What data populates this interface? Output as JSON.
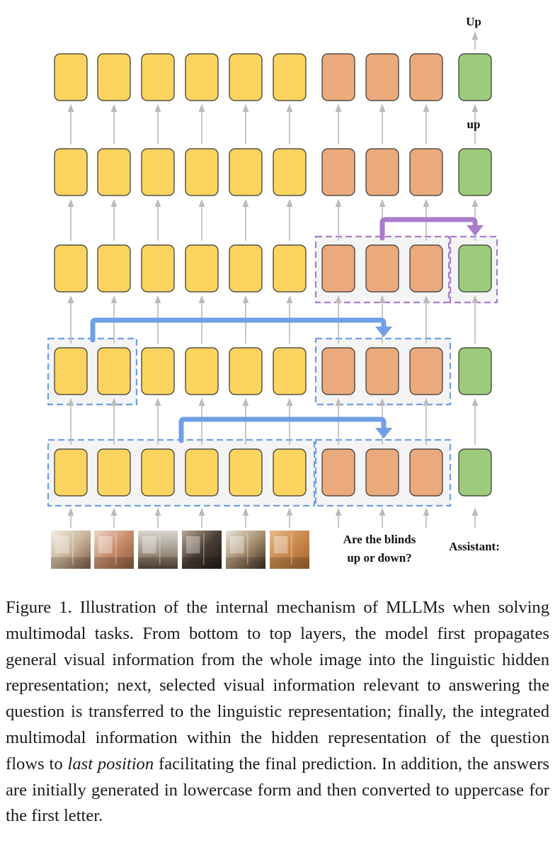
{
  "figure": {
    "output_top": "Up",
    "output_intermediate": "up",
    "question_line1": "Are the blinds",
    "question_line2": "up or down?",
    "assistant_label": "Assistant:",
    "colors": {
      "image_token": "#FDD45F",
      "text_token": "#EBAA7C",
      "last_token": "#9CCB7C",
      "token_border": "#333333",
      "blue_flow": "#6F9FE6",
      "purple_flow": "#A97CCD",
      "arrow": "#BBBBBB"
    },
    "layers": 5,
    "image_tokens_per_layer": 6,
    "question_tokens_per_layer": 3,
    "last_tokens_per_layer": 1
  },
  "caption": {
    "lead": "Figure 1. Illustration of the internal mechanism of MLLMs when solving multimodal tasks. From bottom to top layers, the model first propagates general visual information from the whole image into the linguistic hidden representation; next, selected visual information relevant to answering the question is transferred to the linguistic representation; finally, the integrated multimodal information within the hidden representation of the question flows to ",
    "emphasis": "last position",
    "tail": " facilitating the final prediction. In addition, the answers are initially generated in lowercase form and then converted to uppercase for the first letter."
  }
}
